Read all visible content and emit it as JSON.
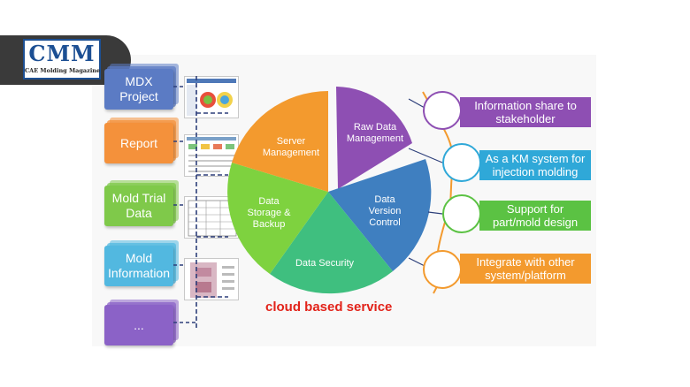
{
  "logo": {
    "text": "CMM",
    "subtitle": "CAE Molding Magazine",
    "colors": {
      "bar": "#3a3a3a",
      "brand": "#1c4f93"
    }
  },
  "sources": [
    {
      "label": "MDX\nProject",
      "color": "#5b7bc4"
    },
    {
      "label": "Report",
      "color": "#f4913b"
    },
    {
      "label": "Mold Trial\nData",
      "color": "#7fc94a"
    },
    {
      "label": "Mold\nInformation",
      "color": "#52b8e0"
    },
    {
      "label": "...",
      "color": "#8b62c7"
    }
  ],
  "segments": [
    {
      "label": "Raw Data\nManagement",
      "color": "#8e4fb3"
    },
    {
      "label": "Data\nVersion\nControl",
      "color": "#3f7fc0"
    },
    {
      "label": "Data Security",
      "color": "#3fbf7f"
    },
    {
      "label": "Data\nStorage &\nBackup",
      "color": "#7ed23f"
    },
    {
      "label": "Server\nManagement",
      "color": "#f39a2e"
    }
  ],
  "benefits": [
    {
      "label": "Information share to\nstakeholder",
      "color": "#8e4fb3"
    },
    {
      "label": "As a KM system for\ninjection molding",
      "color": "#2fa8d8"
    },
    {
      "label": "Support for\npart/mold design",
      "color": "#5bc243"
    },
    {
      "label": "Integrate with other\nsystem/platform",
      "color": "#f39a2e"
    }
  ],
  "footer": "cloud based service"
}
